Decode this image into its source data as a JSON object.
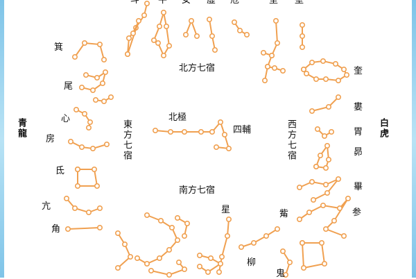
{
  "star_color": "#f0a050",
  "directions": {
    "north": "北方七宿",
    "east": "東方七宿",
    "west": "西方七宿",
    "south": "南方七宿"
  },
  "guardians": {
    "azure_dragon": "青龍",
    "white_tiger": "白虎"
  },
  "center": {
    "pole": "北極",
    "four_assistants": "四輔"
  },
  "mansions": {
    "north_top": [
      "斗",
      "牛",
      "女",
      "虛",
      "危",
      "室",
      "壁"
    ],
    "east": [
      "箕",
      "尾",
      "心",
      "房",
      "氐",
      "亢",
      "角"
    ],
    "west": [
      "奎",
      "婁",
      "胃",
      "昴",
      "畢",
      "参"
    ],
    "south": [
      "星",
      "觜",
      "柳",
      "鬼"
    ]
  }
}
